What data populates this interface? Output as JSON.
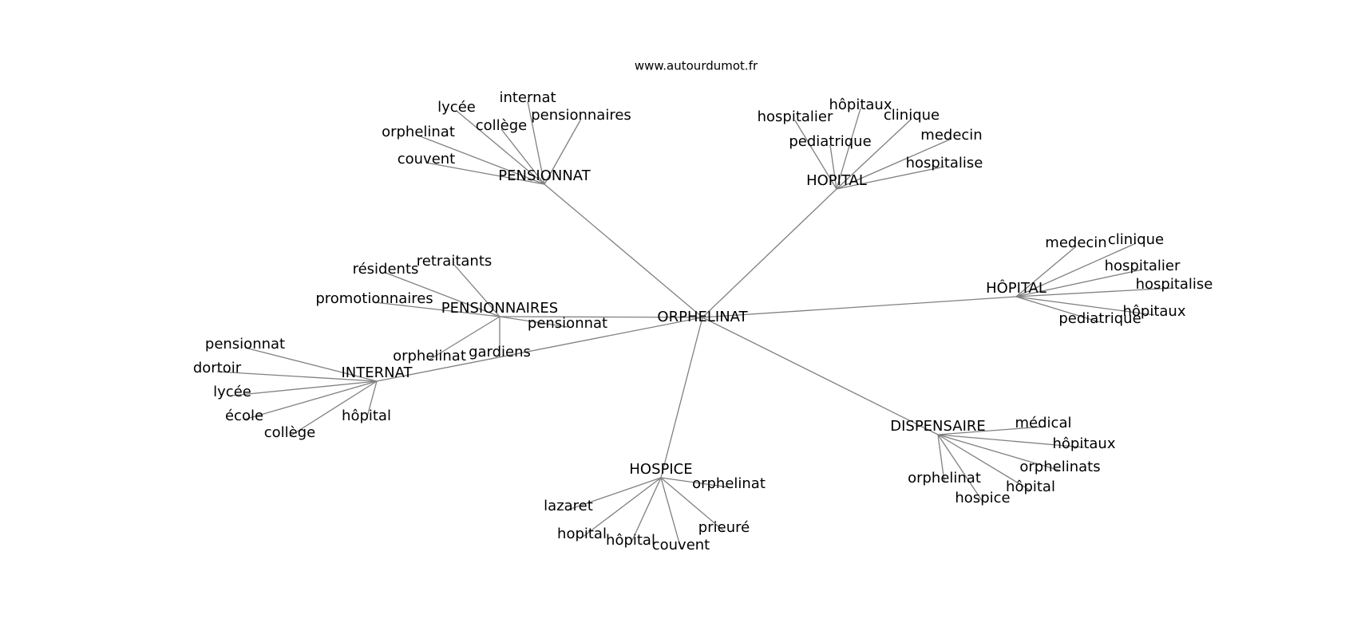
{
  "diagram": {
    "credit": "www.autourdumot.fr",
    "center": "ORPHELINAT",
    "hubs": [
      {
        "label": "PENSIONNAT",
        "leaves": [
          "couvent",
          "orphelinat",
          "lycée",
          "collège",
          "internat",
          "pensionnaires"
        ]
      },
      {
        "label": "HOPITAL",
        "leaves": [
          "hospitalier",
          "pediatrique",
          "hôpitaux",
          "clinique",
          "medecin",
          "hospitalise"
        ]
      },
      {
        "label": "HÔPITAL",
        "leaves": [
          "medecin",
          "clinique",
          "hospitalier",
          "hospitalise",
          "hôpitaux",
          "pediatrique"
        ]
      },
      {
        "label": "PENSIONNAIRES",
        "leaves": [
          "résidents",
          "retraitants",
          "promotionnaires",
          "pensionnat",
          "gardiens",
          "orphelinat"
        ]
      },
      {
        "label": "INTERNAT",
        "leaves": [
          "pensionnat",
          "dortoir",
          "lycée",
          "école",
          "collège",
          "hôpital"
        ]
      },
      {
        "label": "DISPENSAIRE",
        "leaves": [
          "médical",
          "hôpitaux",
          "orphelinats",
          "hôpital",
          "hospice",
          "orphelinat"
        ]
      },
      {
        "label": "HOSPICE",
        "leaves": [
          "orphelinat",
          "lazaret",
          "hopital",
          "hôpital",
          "couvent",
          "prieuré"
        ]
      }
    ]
  }
}
